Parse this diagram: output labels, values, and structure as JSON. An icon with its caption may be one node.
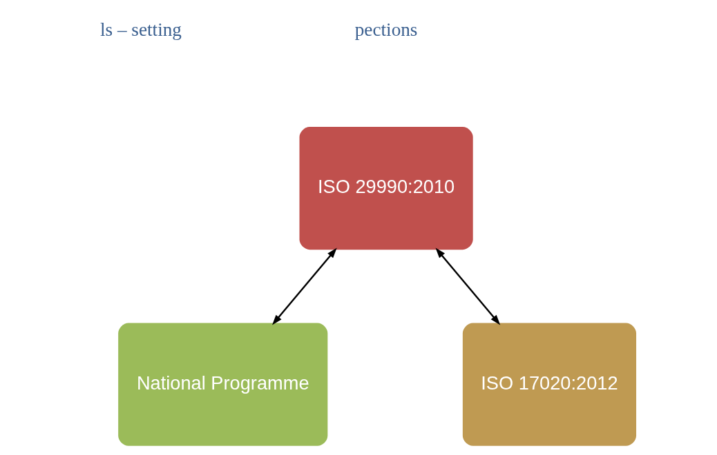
{
  "diagram": {
    "nodes": [
      {
        "text": [
          "ISO 29990:2010"
        ]
      },
      {
        "text": [
          "National Programme"
        ]
      },
      {
        "text": [
          "ISO 17020:2012"
        ]
      }
    ],
    "edges": [
      {
        "from": 0,
        "to": 1,
        "arrow": "both"
      },
      {
        "from": 0,
        "to": 2,
        "arrow": "both"
      }
    ],
    "labels": [
      "ls – setting",
      "pections"
    ]
  }
}
